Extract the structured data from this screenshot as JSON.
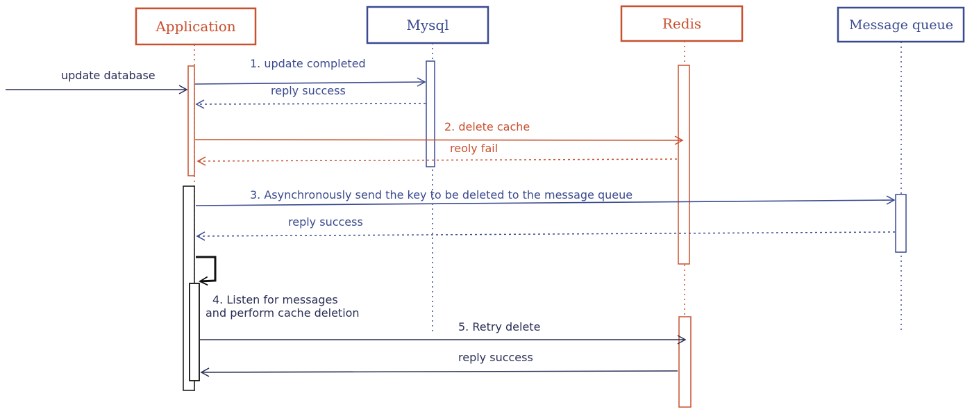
{
  "colors": {
    "red": "#c8502f",
    "blue": "#3a4a8f",
    "dark": "#2a2f55",
    "black": "#111111"
  },
  "participants": {
    "application": "Application",
    "mysql": "Mysql",
    "redis": "Redis",
    "message_queue": "Message queue"
  },
  "messages": {
    "update_database": "update database",
    "m1_update_completed": "1. update completed",
    "m1_reply_success": "reply success",
    "m2_delete_cache": "2. delete cache",
    "m2_reply_fail": "reoly fail",
    "m3_send_key": "3. Asynchronously send the key to be deleted to the message queue",
    "m3_reply_success": "reply success",
    "m4_line1": "4. Listen for messages",
    "m4_line2": "and perform cache deletion",
    "m5_retry_delete": "5. Retry delete",
    "m5_reply_success": "reply success"
  }
}
